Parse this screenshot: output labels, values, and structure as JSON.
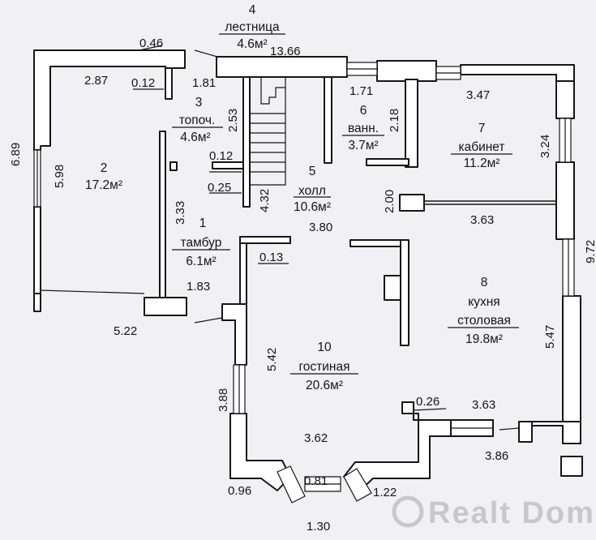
{
  "rooms": [
    {
      "number": "1",
      "name": "тамбур",
      "area": "6.1м²"
    },
    {
      "number": "2",
      "name": "",
      "area": "17.2м²"
    },
    {
      "number": "3",
      "name": "топоч.",
      "area": "4.6м²"
    },
    {
      "number": "4",
      "name": "лестница",
      "area": "4.6м²"
    },
    {
      "number": "5",
      "name": "холл",
      "area": "10.6м²"
    },
    {
      "number": "6",
      "name": "ванн.",
      "area": "3.7м²"
    },
    {
      "number": "7",
      "name": "кабинет",
      "area": "11.2м²"
    },
    {
      "number": "8",
      "name": "кухня",
      "name2": "столовая",
      "area": "19.8м²"
    },
    {
      "number": "10",
      "name": "гостиная",
      "area": "20.6м²"
    }
  ],
  "dimensions": {
    "d_046": "0.46",
    "d_1366": "13.66",
    "d_287": "2.87",
    "d_012a": "0.12",
    "d_181": "1.81",
    "d_171": "1.71",
    "d_347": "3.47",
    "d_253": "2.53",
    "d_218": "2.18",
    "d_689": "6.89",
    "d_598": "5.98",
    "d_012b": "0.12",
    "d_025": "0.25",
    "d_324": "3.24",
    "d_432": "4.32",
    "d_200": "2.00",
    "d_333": "3.33",
    "d_380": "3.80",
    "d_363a": "3.63",
    "d_972": "9.72",
    "d_013": "0.13",
    "d_183": "1.83",
    "d_522": "5.22",
    "d_542": "5.42",
    "d_547": "5.47",
    "d_388": "3.88",
    "d_026": "0.26",
    "d_363b": "3.63",
    "d_362": "3.62",
    "d_386": "3.86",
    "d_096": "0.96",
    "d_081": "0.81",
    "d_122": "1.22",
    "d_130": "1.30"
  },
  "watermark": "Realt Domovita"
}
